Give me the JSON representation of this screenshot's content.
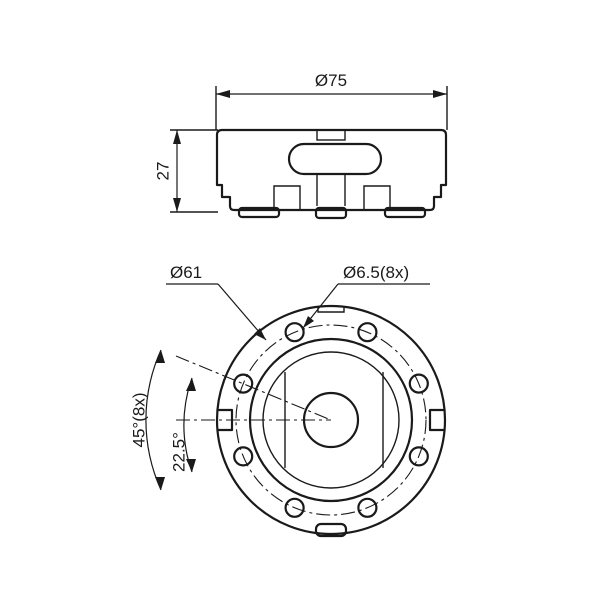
{
  "side_view": {
    "width_label": "Ø75",
    "height_label": "27"
  },
  "top_view": {
    "pitch_circle_label": "Ø61",
    "hole_label": "Ø6.5(8x)",
    "angle_label": "45°(8x)",
    "offset_angle_label": "22.5°"
  }
}
